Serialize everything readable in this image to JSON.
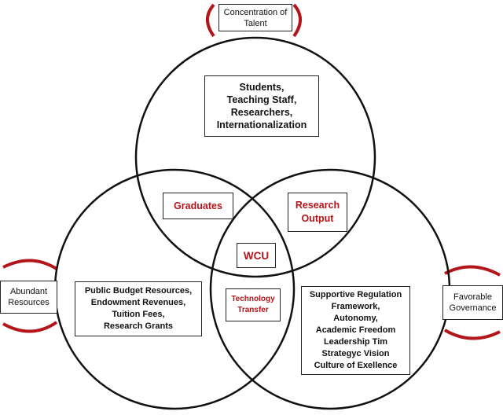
{
  "diagram": {
    "accent_color": "#b3151b",
    "outer_labels": {
      "top": [
        "Concentration of",
        "Talent"
      ],
      "left": [
        "Abundant",
        "Resources"
      ],
      "right": [
        "Favorable",
        "Governance"
      ]
    },
    "circle_contents": {
      "top": [
        "Students,",
        "Teaching Staff,",
        "Researchers,",
        "Internationalization"
      ],
      "left": [
        "Public Budget Resources,",
        "Endowment Revenues,",
        "Tuition Fees,",
        "Research Grants"
      ],
      "right": [
        "Supportive Regulation",
        "Framework,",
        "Autonomy,",
        "Academic Freedom",
        "Leadership Tim",
        "Strategyc Vision",
        "Culture of Exellence"
      ]
    },
    "intersections": {
      "top_left": "Graduates",
      "top_right": [
        "Research",
        "Output"
      ],
      "left_right": [
        "Technology",
        "Transfer"
      ],
      "center": "WCU"
    }
  }
}
